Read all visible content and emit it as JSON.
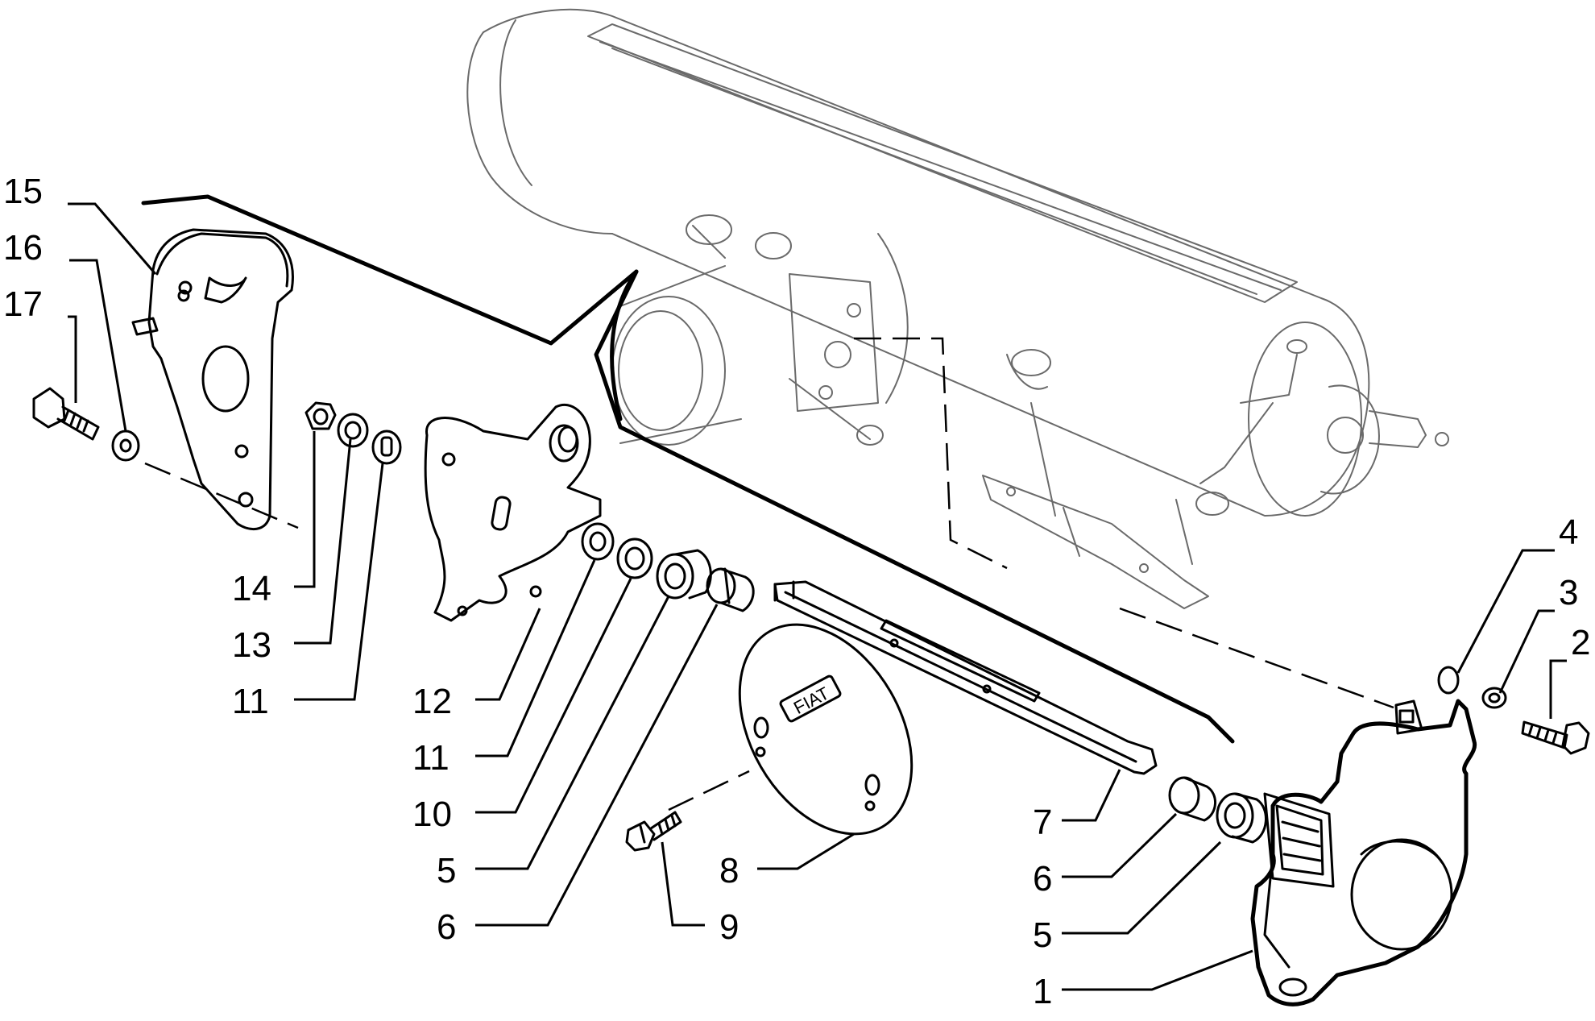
{
  "callouts": {
    "c1": "1",
    "c2": "2",
    "c3": "3",
    "c4": "4",
    "c5a": "5",
    "c5b": "5",
    "c6a": "6",
    "c6b": "6",
    "c7": "7",
    "c8": "8",
    "c9": "9",
    "c10": "10",
    "c11a": "11",
    "c11b": "11",
    "c12": "12",
    "c13": "13",
    "c14": "14",
    "c15": "15",
    "c16": "16",
    "c17": "17"
  },
  "cover_logo_text": "FIAT",
  "line_color": "#000000",
  "ghost_color": "#6a6a6a",
  "background": "#ffffff"
}
